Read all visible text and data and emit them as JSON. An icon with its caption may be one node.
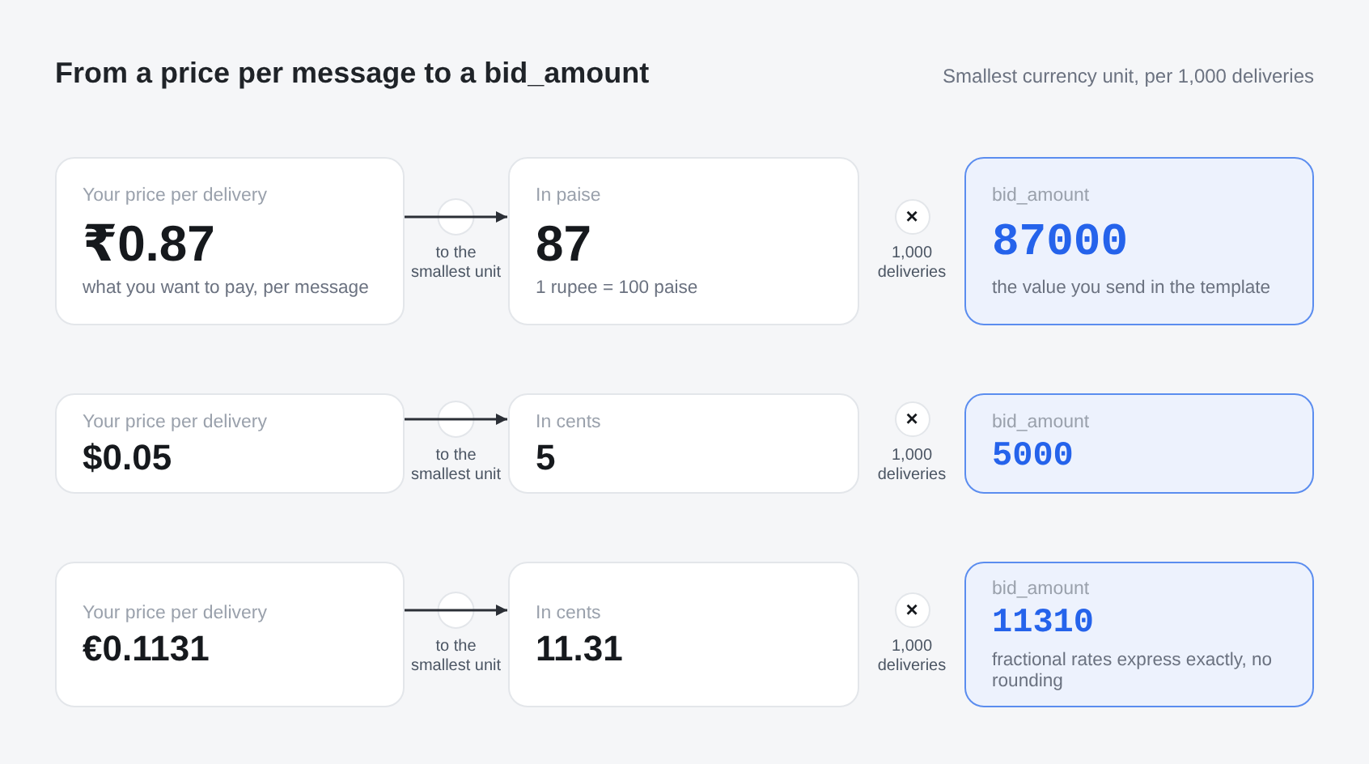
{
  "diagram": {
    "title": "From a price per message to a bid_amount",
    "nodes": [
      {
        "text": [
          "Your price per delivery",
          "₹0.87",
          "what you want to pay, per message"
        ]
      },
      {
        "text": [
          "In paise",
          "87",
          "1 rupee = 100 paise"
        ]
      },
      {
        "text": [
          "×"
        ],
        "beside": [
          "1,000 deliveries"
        ]
      },
      {
        "text": [
          "bid_amount",
          "87000",
          "the value you send in the template"
        ]
      },
      {
        "text": [
          "Your price per delivery",
          "$0.05"
        ]
      },
      {
        "text": [
          "In cents",
          "5"
        ]
      },
      {
        "text": [
          "×"
        ],
        "beside": [
          "1,000 deliveries"
        ]
      },
      {
        "text": [
          "bid_amount",
          "5000"
        ]
      },
      {
        "text": [
          "Your price per delivery",
          "€0.1131"
        ]
      },
      {
        "text": [
          "In cents",
          "11.31"
        ]
      },
      {
        "text": [
          "×"
        ],
        "beside": [
          "1,000 deliveries"
        ]
      },
      {
        "text": [
          "bid_amount",
          "11310",
          "fractional rates express exactly, no rounding"
        ]
      }
    ],
    "edges": [
      {
        "from": 0,
        "to": 1,
        "arrow": "to",
        "label": "to the smallest unit"
      },
      {
        "from": 4,
        "to": 5,
        "arrow": "to",
        "label": "to the smallest unit"
      },
      {
        "from": 8,
        "to": 9,
        "arrow": "to",
        "label": "to the smallest unit"
      }
    ],
    "labels": [
      "Smallest currency unit, per 1,000 deliveries"
    ]
  }
}
